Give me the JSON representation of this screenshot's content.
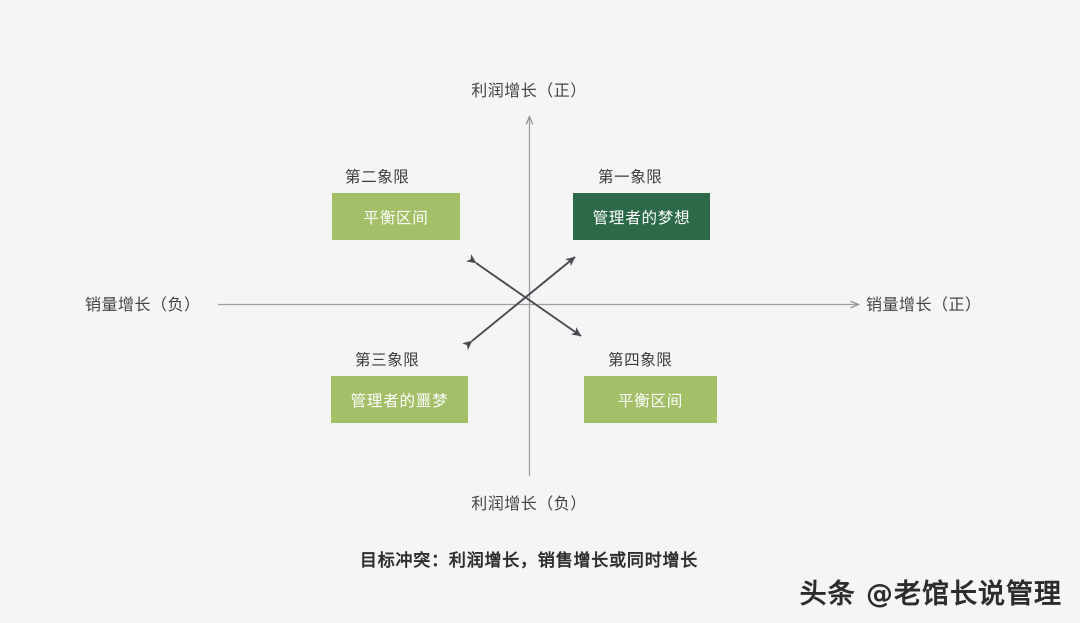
{
  "background_color": "#f5f5f5",
  "axes": {
    "top_label": "利润增长（正）",
    "bottom_label": "利润增长（负）",
    "left_label": "销量增长（负）",
    "right_label": "销量增长（正）",
    "line_color": "#9a9a9a"
  },
  "quadrants": [
    {
      "id": "q1",
      "title": "第一象限",
      "chip_label": "管理者的梦想",
      "chip_color": "#2d6a4a",
      "chip_text_color": "#ffffff"
    },
    {
      "id": "q2",
      "title": "第二象限",
      "chip_label": "平衡区间",
      "chip_color": "#a3c069",
      "chip_text_color": "#ffffff"
    },
    {
      "id": "q3",
      "title": "第三象限",
      "chip_label": "管理者的噩梦",
      "chip_color": "#a3c069",
      "chip_text_color": "#ffffff"
    },
    {
      "id": "q4",
      "title": "第四象限",
      "chip_label": "平衡区间",
      "chip_color": "#a3c069",
      "chip_text_color": "#ffffff"
    }
  ],
  "caption": "目标冲突：利润增长，销售增长或同时增长",
  "watermark": "头条 @老馆长说管理",
  "chart_data": {
    "type": "scatter",
    "title": "目标冲突：利润增长，销售增长或同时增长",
    "xlabel": "销量增长",
    "ylabel": "利润增长",
    "xlim": [
      -1,
      1
    ],
    "ylim": [
      -1,
      1
    ],
    "grid": false,
    "legend": "none",
    "axis_tick_labels": {
      "x_negative": "销量增长（负）",
      "x_positive": "销量增长（正）",
      "y_positive": "利润增长（正）",
      "y_negative": "利润增长（负）"
    },
    "annotations": [
      {
        "quadrant": "第二象限",
        "x": -0.5,
        "y": 0.5,
        "label": "平衡区间"
      },
      {
        "quadrant": "第一象限",
        "x": 0.5,
        "y": 0.5,
        "label": "管理者的梦想"
      },
      {
        "quadrant": "第三象限",
        "x": -0.5,
        "y": -0.5,
        "label": "管理者的噩梦"
      },
      {
        "quadrant": "第四象限",
        "x": 0.5,
        "y": -0.5,
        "label": "平衡区间"
      }
    ],
    "arrows": [
      {
        "name": "diagonal-ne-sw",
        "from": [
          -0.22,
          -0.45
        ],
        "to": [
          0.43,
          0.43
        ],
        "double_headed": true
      },
      {
        "name": "diagonal-nw-se",
        "from": [
          -0.2,
          0.35
        ],
        "to": [
          0.48,
          -0.35
        ],
        "double_headed": true
      }
    ]
  }
}
